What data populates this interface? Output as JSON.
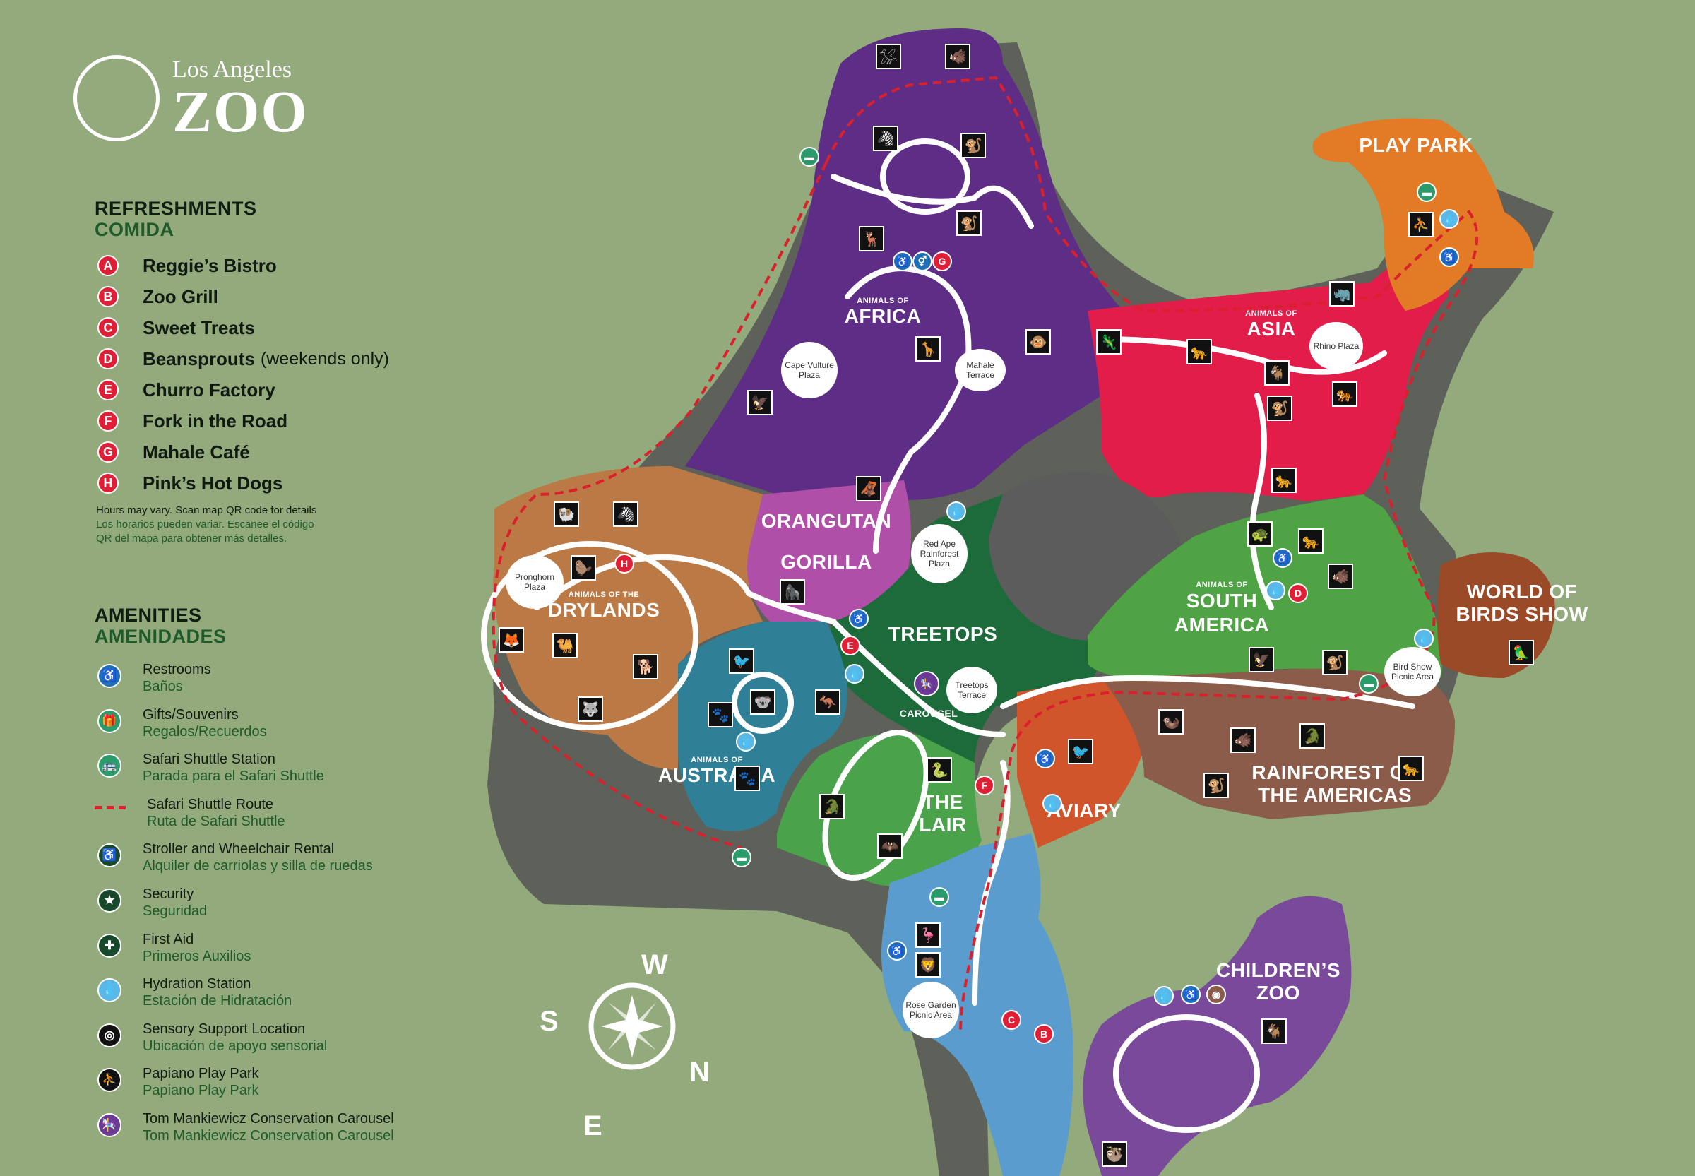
{
  "logo": {
    "line1": "Los Angeles",
    "line2": "ZOO"
  },
  "refreshments": {
    "title": "REFRESHMENTS",
    "subtitle": "COMIDA",
    "items": [
      {
        "letter": "A",
        "name": "Reggie’s Bistro",
        "extra": ""
      },
      {
        "letter": "B",
        "name": "Zoo Grill",
        "extra": ""
      },
      {
        "letter": "C",
        "name": "Sweet Treats",
        "extra": ""
      },
      {
        "letter": "D",
        "name": "Beansprouts",
        "extra": "(weekends only)"
      },
      {
        "letter": "E",
        "name": "Churro Factory",
        "extra": ""
      },
      {
        "letter": "F",
        "name": "Fork in the Road",
        "extra": ""
      },
      {
        "letter": "G",
        "name": "Mahale Café",
        "extra": ""
      },
      {
        "letter": "H",
        "name": "Pink’s Hot Dogs",
        "extra": ""
      }
    ],
    "note_en": "Hours may vary. Scan map QR code for details",
    "note_es_1": "Los horarios pueden variar. Escanee el código",
    "note_es_2": "QR del mapa para obtener más detalles."
  },
  "amenities": {
    "title": "AMENITIES",
    "subtitle": "AMENIDADES",
    "items": [
      {
        "icon": "restroom-icon",
        "glyph": "♿",
        "color": "#1f6fb8",
        "en": "Restrooms",
        "es": "Baños"
      },
      {
        "icon": "gift-icon",
        "glyph": "🎁",
        "color": "#2a9b6a",
        "en": "Gifts/Souvenirs",
        "es": "Regalos/Recuerdos"
      },
      {
        "icon": "shuttle-station-icon",
        "glyph": "🚌",
        "color": "#2a9b6a",
        "en": "Safari Shuttle Station",
        "es": "Parada para el Safari Shuttle"
      },
      {
        "icon": "shuttle-route-icon",
        "glyph": "",
        "color": "#d9202c",
        "en": "Safari Shuttle Route",
        "es": "Ruta de Safari Shuttle"
      },
      {
        "icon": "stroller-wheelchair-icon",
        "glyph": "♿",
        "color": "#17482a",
        "en": "Stroller and Wheelchair Rental",
        "es": "Alquiler de carriolas y silla de ruedas"
      },
      {
        "icon": "security-icon",
        "glyph": "★",
        "color": "#17482a",
        "en": "Security",
        "es": "Seguridad"
      },
      {
        "icon": "first-aid-icon",
        "glyph": "✚",
        "color": "#17482a",
        "en": "First Aid",
        "es": "Primeros Auxilios"
      },
      {
        "icon": "hydration-icon",
        "glyph": "💧",
        "color": "#5bb7e6",
        "en": "Hydration Station",
        "es": "Estación de Hidratación"
      },
      {
        "icon": "sensory-icon",
        "glyph": "◎",
        "color": "#111111",
        "en": "Sensory Support Location",
        "es": "Ubicación de apoyo sensorial"
      },
      {
        "icon": "play-park-icon",
        "glyph": "⛹",
        "color": "#111111",
        "en": "Papiano Play Park",
        "es": "Papiano Play Park"
      },
      {
        "icon": "carousel-icon",
        "glyph": "🎠",
        "color": "#6a3a96",
        "en": "Tom Mankiewicz Conservation Carousel",
        "es": "Tom Mankiewicz Conservation Carousel"
      }
    ]
  },
  "areas": {
    "africa_small": "ANIMALS OF",
    "africa": "AFRICA",
    "asia_small": "ANIMALS OF",
    "asia": "ASIA",
    "play_park": "PLAY PARK",
    "drylands_small": "ANIMALS OF THE",
    "drylands": "DRYLANDS",
    "orangutan": "ORANGUTAN",
    "gorilla": "GORILLA",
    "treetops": "TREETOPS",
    "south_america_small": "ANIMALS OF",
    "south_america_1": "SOUTH",
    "south_america_2": "AMERICA",
    "world_of_birds_1": "WORLD OF",
    "world_of_birds_2": "BIRDS SHOW",
    "australia_small": "ANIMALS OF",
    "australia": "AUSTRALIA",
    "the_lair_1": "THE",
    "the_lair_2": "LAIR",
    "aviary": "AVIARY",
    "rainforest_1": "RAINFOREST OF",
    "rainforest_2": "THE AMERICAS",
    "childrens_zoo_1": "CHILDREN’S",
    "childrens_zoo_2": "ZOO",
    "carousel": "CAROUSEL"
  },
  "plazas": {
    "cape_vulture": "Cape Vulture Plaza",
    "mahale_terrace": "Mahale Terrace",
    "rhino_plaza": "Rhino Plaza",
    "pronghorn": "Pronghorn Plaza",
    "red_ape": "Red Ape Rainforest Plaza",
    "treetops_terrace": "Treetops Terrace",
    "bird_show_picnic": "Bird Show Picnic Area",
    "rose_garden": "Rose Garden Picnic Area"
  },
  "compass": {
    "w": "W",
    "s": "S",
    "n": "N",
    "e": "E"
  },
  "colors": {
    "background": "#93aa7c",
    "africa": "#5e2d86",
    "asia": "#e21d4a",
    "play_park": "#e27a26",
    "drylands": "#bb7a45",
    "orangutan": "#b04fa8",
    "treetops": "#1d6a3a",
    "south_america": "#4fa344",
    "world_of_birds": "#9a4a26",
    "australia": "#2f7f97",
    "the_lair": "#4aa34a",
    "aviary": "#d1552a",
    "rainforest": "#8c5c4a",
    "childrens_zoo": "#7a4a9a",
    "entry_path": "#5b9cce",
    "refreshment_badge": "#e01e36"
  }
}
